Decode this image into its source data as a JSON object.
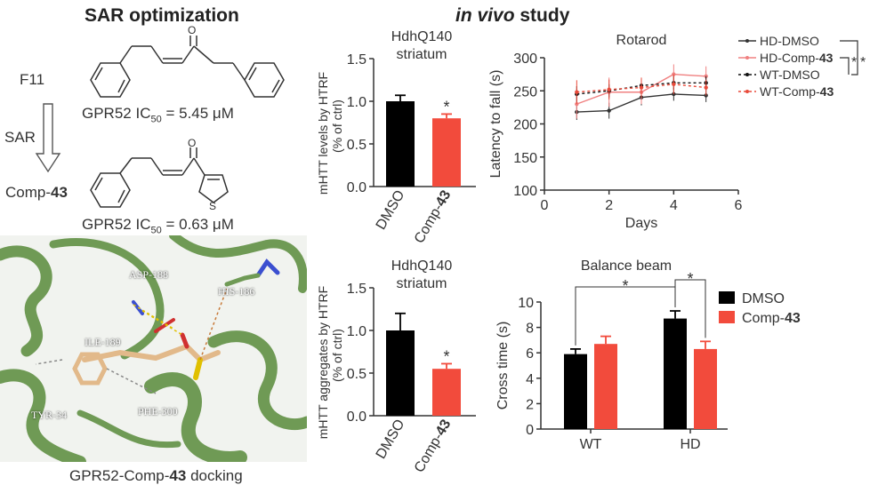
{
  "headers": {
    "sar": "SAR optimization",
    "invivo_italic": "in vivo",
    "invivo_rest": " study"
  },
  "sar": {
    "f11_label": "F11",
    "arrow_label": "SAR",
    "comp_prefix": "Comp-",
    "comp_bold": "43",
    "ic50_f11": {
      "prefix": "GPR52 IC",
      "sub": "50",
      "rest": " = 5.45 μM"
    },
    "ic50_comp": {
      "prefix": "GPR52 IC",
      "sub": "50",
      "rest": " = 0.63 μM"
    },
    "atom_o": "O",
    "atom_s": "S"
  },
  "docking": {
    "caption_prefix": "GPR52-Comp-",
    "caption_bold": "43",
    "caption_suffix": " docking",
    "residues": [
      "ASP-188",
      "HIS-186",
      "ILE-189",
      "TYR-34",
      "PHE-300"
    ],
    "colors": {
      "ribbon": "#6f9a55",
      "ligand": "#e2b98a",
      "sulfur": "#e0c000",
      "oxygen": "#d03030",
      "nitrogen": "#3b4fd0"
    }
  },
  "colors": {
    "dmso": "#000000",
    "comp43": "#f24b3c",
    "hd_dmso": "#333333",
    "hd_comp43": "#f08080",
    "wt_dmso": "#111111",
    "wt_comp43": "#e84a3a"
  },
  "chart_data": [
    {
      "type": "bar",
      "title_line1": "HdhQ140",
      "title_line2": "striatum",
      "ylabel": "mHTT levels by HTRF",
      "ylabel2": "(% of ctrl)",
      "ylim": [
        0,
        1.5
      ],
      "yticks": [
        "0.0",
        "0.5",
        "1.0",
        "1.5"
      ],
      "categories": [
        {
          "prefix": "DMSO",
          "bold": ""
        },
        {
          "prefix": "Comp-",
          "bold": "43"
        }
      ],
      "values": [
        1.0,
        0.8
      ],
      "errors": [
        0.07,
        0.05
      ],
      "significance": [
        "",
        "*"
      ]
    },
    {
      "type": "line",
      "title": "Rotarod",
      "xlabel": "Days",
      "ylabel": "Latency to fall (s)",
      "xlim": [
        0,
        6
      ],
      "ylim": [
        100,
        300
      ],
      "xticks": [
        "0",
        "2",
        "4",
        "6"
      ],
      "yticks": [
        "100",
        "150",
        "200",
        "250",
        "300"
      ],
      "x": [
        1,
        2,
        3,
        4,
        5
      ],
      "series": [
        {
          "name_prefix": "HD-DMSO",
          "name_bold": "",
          "values": [
            218,
            220,
            240,
            245,
            243
          ],
          "errors": [
            12,
            12,
            12,
            10,
            10
          ],
          "dashed": false
        },
        {
          "name_prefix": "HD-Comp-",
          "name_bold": "43",
          "values": [
            230,
            248,
            248,
            275,
            272
          ],
          "errors": [
            22,
            22,
            18,
            15,
            15
          ],
          "dashed": false
        },
        {
          "name_prefix": "WT-DMSO",
          "name_bold": "",
          "values": [
            245,
            250,
            258,
            262,
            262
          ],
          "errors": [
            12,
            10,
            10,
            10,
            10
          ],
          "dashed": true
        },
        {
          "name_prefix": "WT-Comp-",
          "name_bold": "43",
          "values": [
            248,
            252,
            255,
            260,
            255
          ],
          "errors": [
            18,
            15,
            15,
            15,
            12
          ],
          "dashed": true
        }
      ],
      "legend_position": "right",
      "significance_marks": [
        "*",
        "*"
      ]
    },
    {
      "type": "bar",
      "title_line1": "HdhQ140",
      "title_line2": "striatum",
      "ylabel": "mHTT aggregates by HTRF",
      "ylabel2": "(% of ctrl)",
      "ylim": [
        0,
        1.5
      ],
      "yticks": [
        "0.0",
        "0.5",
        "1.0",
        "1.5"
      ],
      "categories": [
        {
          "prefix": "DMSO",
          "bold": ""
        },
        {
          "prefix": "Comp-",
          "bold": "43"
        }
      ],
      "values": [
        1.0,
        0.55
      ],
      "errors": [
        0.2,
        0.06
      ],
      "significance": [
        "",
        "*"
      ]
    },
    {
      "type": "bar",
      "title": "Balance beam",
      "ylabel": "Cross time (s)",
      "ylim": [
        0,
        10
      ],
      "yticks": [
        "0",
        "2",
        "4",
        "6",
        "8",
        "10"
      ],
      "categories": [
        "WT",
        "HD"
      ],
      "series": [
        {
          "name_prefix": "DMSO",
          "name_bold": "",
          "values": [
            5.9,
            8.7
          ],
          "errors": [
            0.4,
            0.6
          ]
        },
        {
          "name_prefix": "Comp-",
          "name_bold": "43",
          "values": [
            6.7,
            6.3
          ],
          "errors": [
            0.6,
            0.6
          ]
        }
      ],
      "legend_position": "right",
      "significance_marks": [
        "*",
        "*"
      ]
    }
  ]
}
